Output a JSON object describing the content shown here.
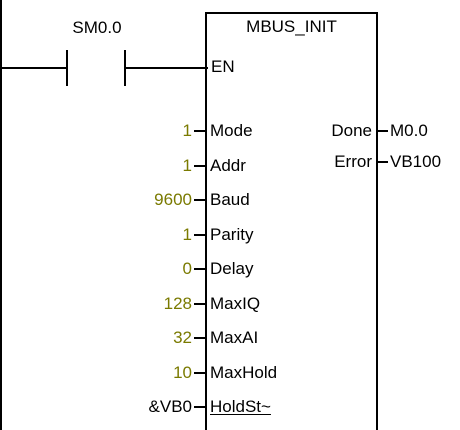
{
  "contact": {
    "label": "SM0.0"
  },
  "block": {
    "title": "MBUS_INIT",
    "enable_pin": "EN"
  },
  "inputs": [
    {
      "value": "1",
      "pin": "Mode"
    },
    {
      "value": "1",
      "pin": "Addr"
    },
    {
      "value": "9600",
      "pin": "Baud"
    },
    {
      "value": "1",
      "pin": "Parity"
    },
    {
      "value": "0",
      "pin": "Delay"
    },
    {
      "value": "128",
      "pin": "MaxIQ"
    },
    {
      "value": "32",
      "pin": "MaxAI"
    },
    {
      "value": "10",
      "pin": "MaxHold"
    },
    {
      "value": "&VB0",
      "pin": "HoldSt~"
    }
  ],
  "outputs": [
    {
      "pin": "Done",
      "value": "M0.0"
    },
    {
      "pin": "Error",
      "value": "VB100"
    }
  ],
  "colors": {
    "line": "#000000",
    "background": "#ffffff",
    "constant_value": "#7a7a00"
  }
}
